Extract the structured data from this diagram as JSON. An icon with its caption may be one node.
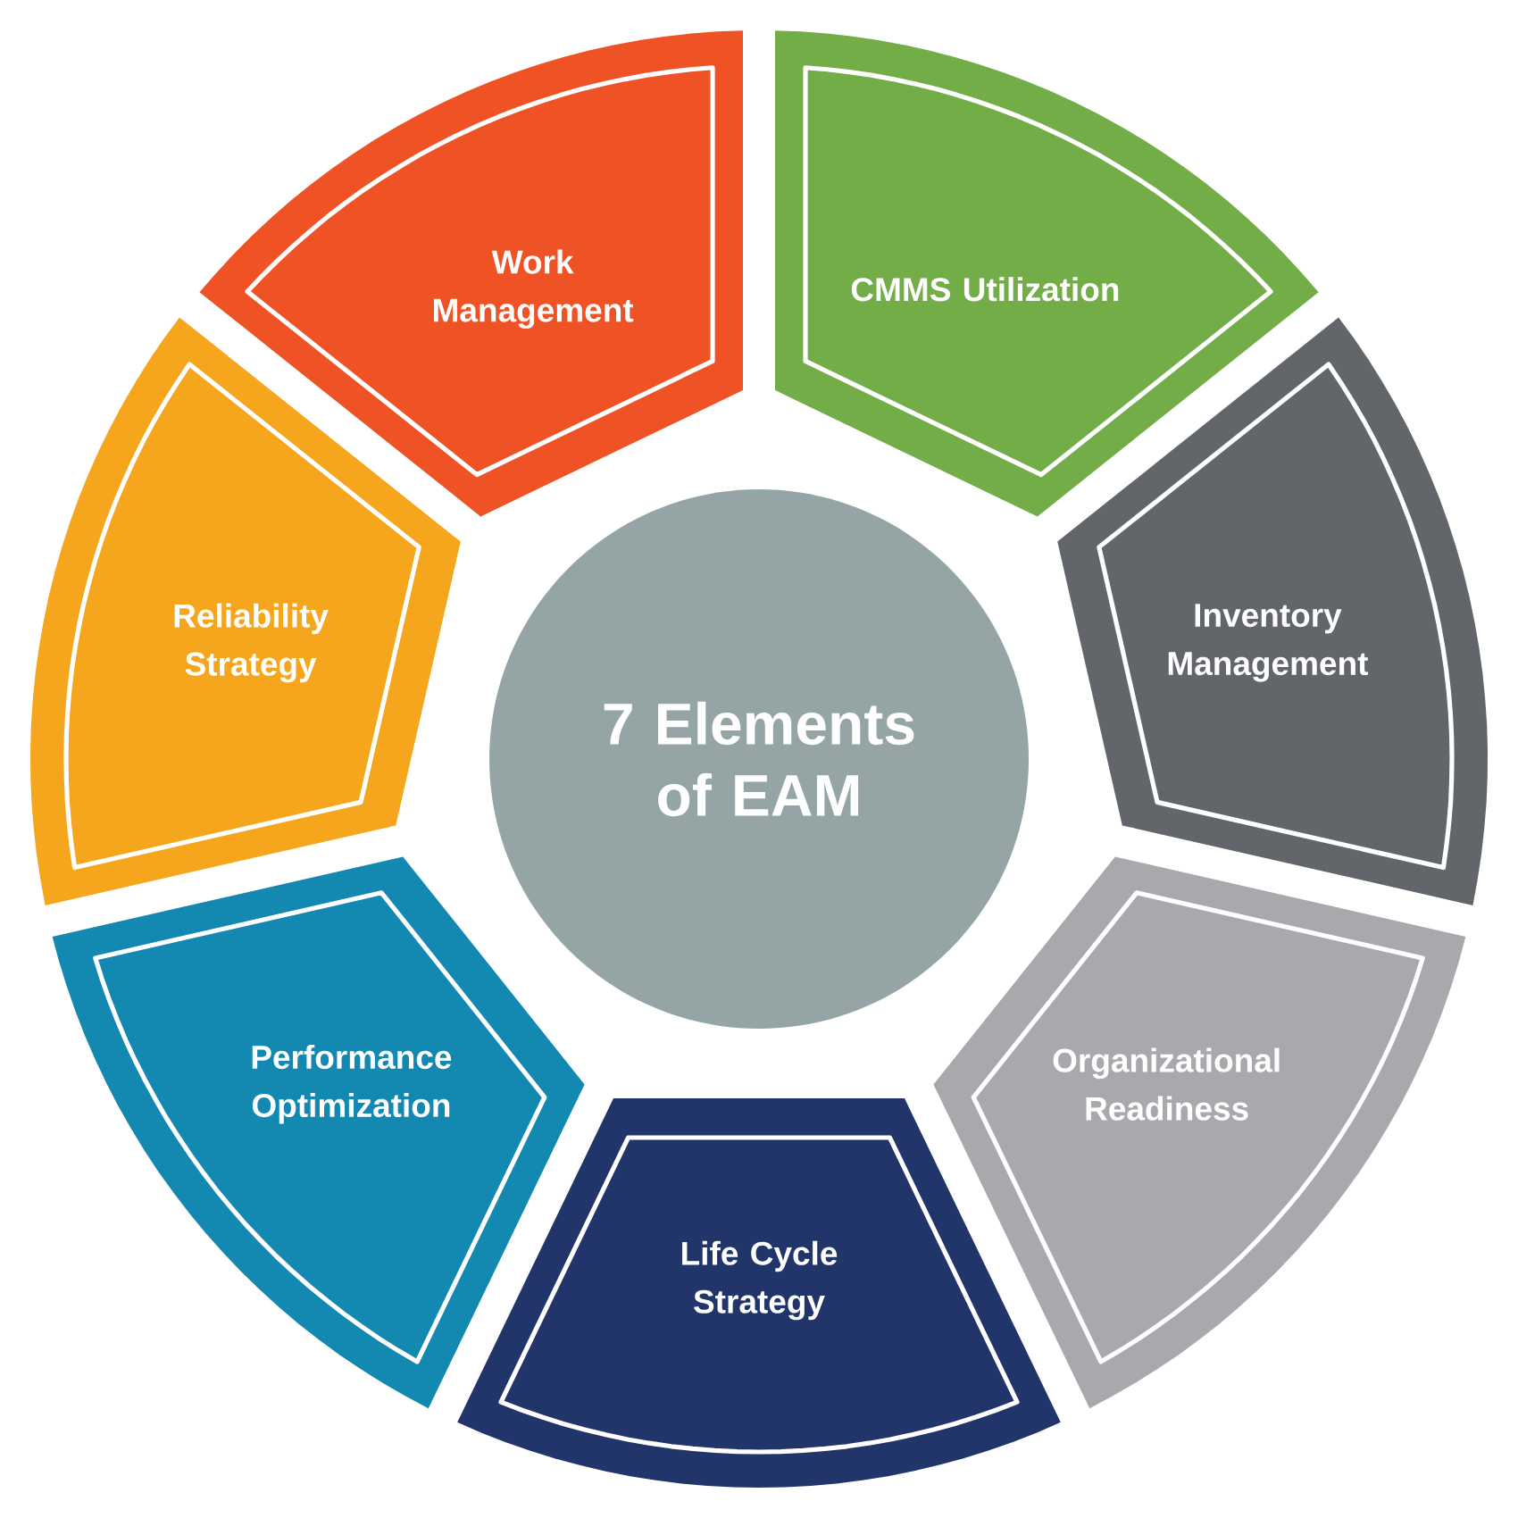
{
  "diagram": {
    "nodes": [
      {
        "text": [
          "7 Elements of EAM"
        ]
      },
      {
        "text": [
          "Work Management"
        ]
      },
      {
        "text": [
          "CMMS Utilization"
        ]
      },
      {
        "text": [
          "Inventory Management"
        ]
      },
      {
        "text": [
          "Organizational Readiness"
        ]
      },
      {
        "text": [
          "Life Cycle Strategy"
        ]
      },
      {
        "text": [
          "Performance Optimization"
        ]
      },
      {
        "text": [
          "Reliability Strategy"
        ]
      }
    ]
  }
}
